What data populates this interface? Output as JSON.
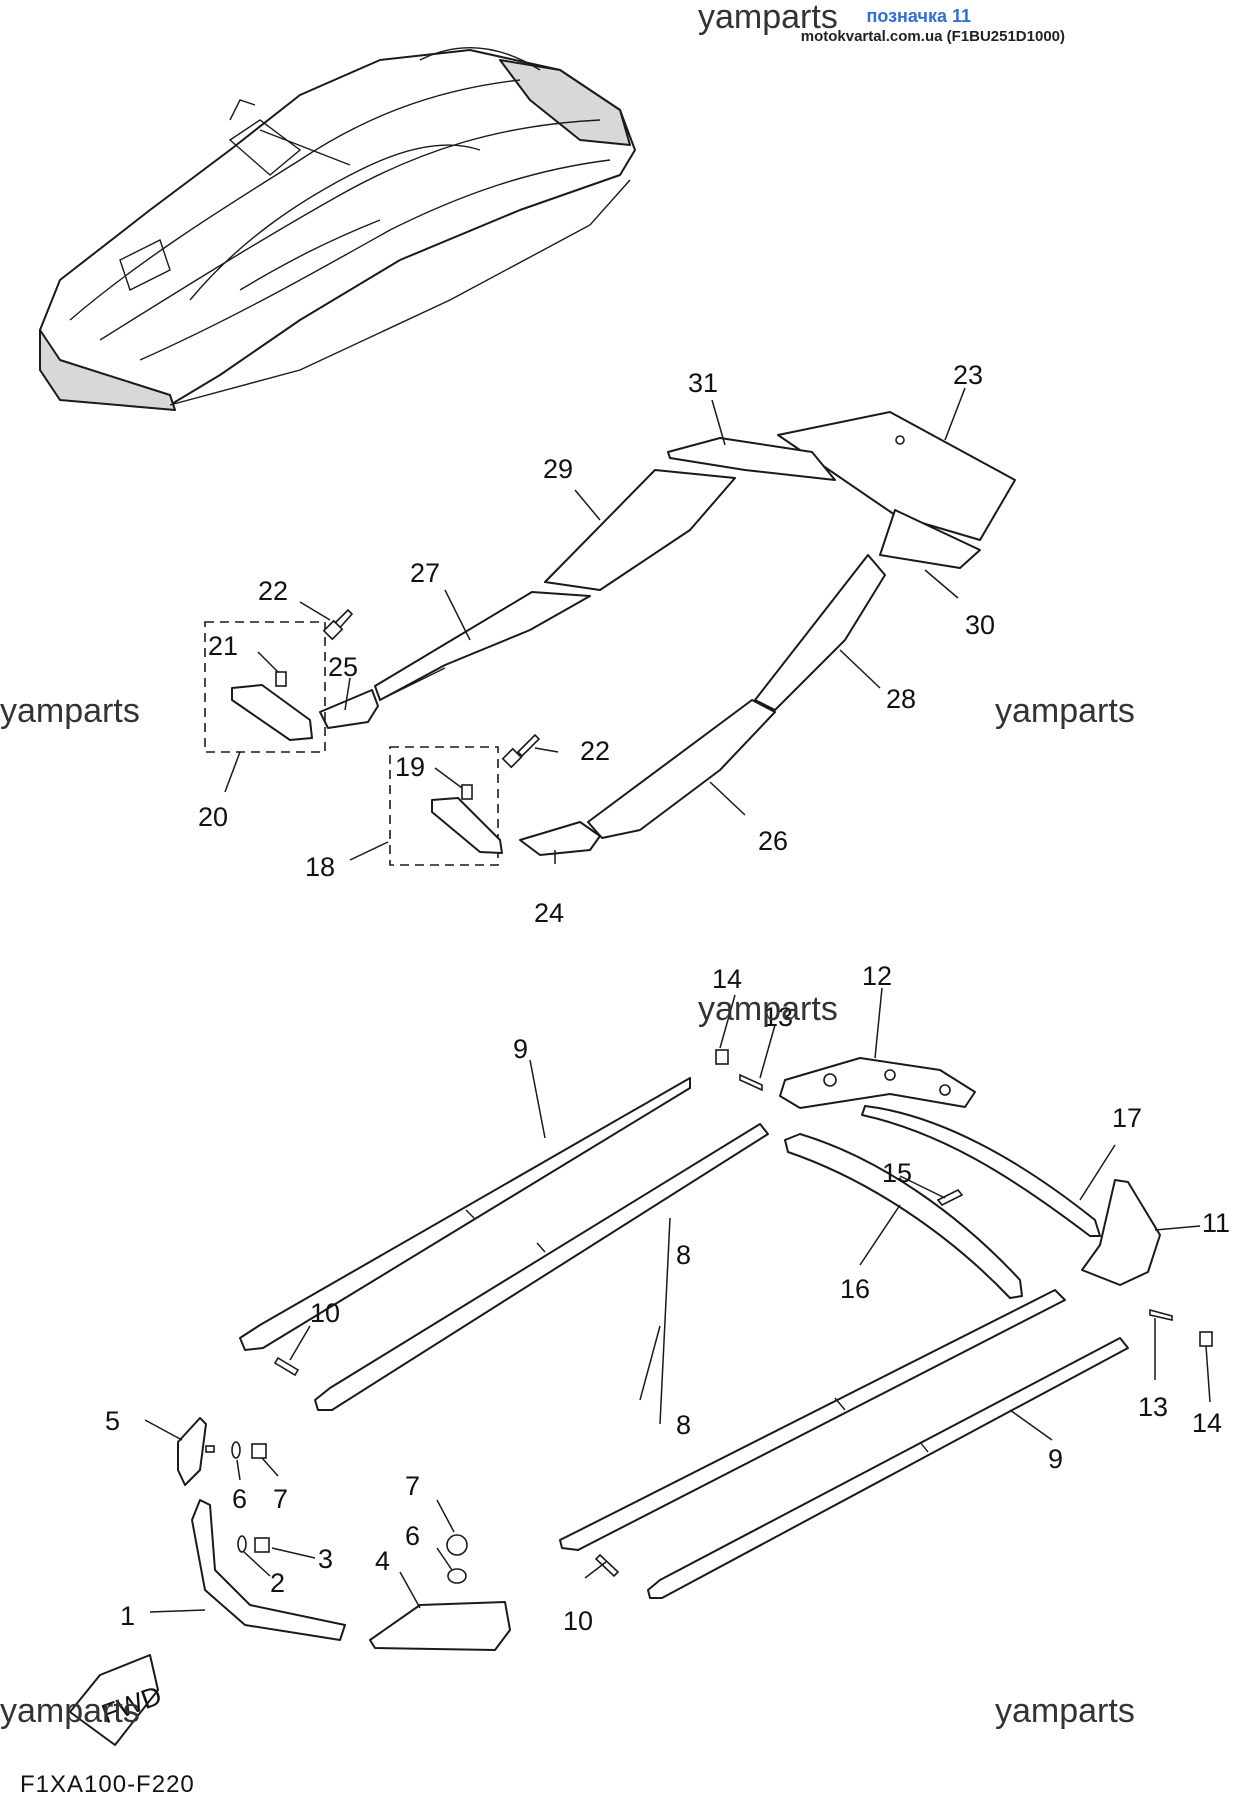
{
  "header": {
    "label": "позначка 11",
    "source": "motokvartal.com.ua (F1BU251D1000)"
  },
  "watermark": "yamparts",
  "diagram_code": "F1XA100-F220",
  "fwd_label": "FWD",
  "callouts": [
    "1",
    "2",
    "3",
    "4",
    "5",
    "6",
    "6",
    "7",
    "7",
    "8",
    "8",
    "9",
    "9",
    "10",
    "10",
    "11",
    "12",
    "13",
    "13",
    "14",
    "14",
    "15",
    "16",
    "17",
    "18",
    "19",
    "20",
    "21",
    "22",
    "22",
    "23",
    "24",
    "25",
    "26",
    "27",
    "28",
    "29",
    "30",
    "31"
  ],
  "colors": {
    "line": "#1a1a1a",
    "header_label": "#2f6fd6",
    "watermark": "#333333"
  }
}
